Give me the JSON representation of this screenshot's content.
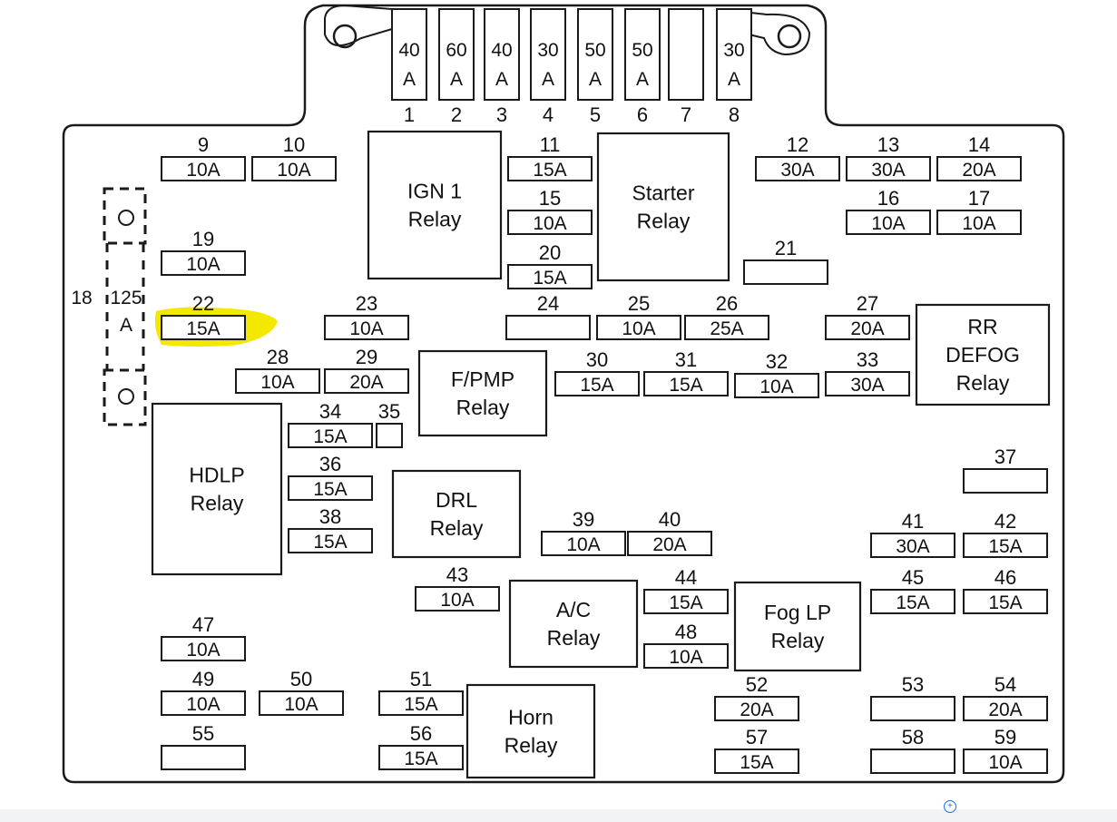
{
  "maxi_fuses": [
    {
      "num": "1",
      "amp": "40",
      "unit": "A"
    },
    {
      "num": "2",
      "amp": "60",
      "unit": "A"
    },
    {
      "num": "3",
      "amp": "40",
      "unit": "A"
    },
    {
      "num": "4",
      "amp": "30",
      "unit": "A"
    },
    {
      "num": "5",
      "amp": "50",
      "unit": "A"
    },
    {
      "num": "6",
      "amp": "50",
      "unit": "A"
    },
    {
      "num": "7",
      "amp": "",
      "unit": ""
    },
    {
      "num": "8",
      "amp": "30",
      "unit": "A"
    }
  ],
  "fuses": [
    {
      "num": "9",
      "rating": "10A"
    },
    {
      "num": "10",
      "rating": "10A"
    },
    {
      "num": "11",
      "rating": "15A"
    },
    {
      "num": "15",
      "rating": "10A"
    },
    {
      "num": "20",
      "rating": "15A"
    },
    {
      "num": "12",
      "rating": "30A"
    },
    {
      "num": "13",
      "rating": "30A"
    },
    {
      "num": "14",
      "rating": "20A"
    },
    {
      "num": "16",
      "rating": "10A"
    },
    {
      "num": "17",
      "rating": "10A"
    },
    {
      "num": "19",
      "rating": "10A"
    },
    {
      "num": "21",
      "rating": ""
    },
    {
      "num": "22",
      "rating": "15A"
    },
    {
      "num": "23",
      "rating": "10A"
    },
    {
      "num": "24",
      "rating": ""
    },
    {
      "num": "25",
      "rating": "10A"
    },
    {
      "num": "26",
      "rating": "25A"
    },
    {
      "num": "27",
      "rating": "20A"
    },
    {
      "num": "28",
      "rating": "10A"
    },
    {
      "num": "29",
      "rating": "20A"
    },
    {
      "num": "30",
      "rating": "15A"
    },
    {
      "num": "31",
      "rating": "15A"
    },
    {
      "num": "32",
      "rating": "10A"
    },
    {
      "num": "33",
      "rating": "30A"
    },
    {
      "num": "34",
      "rating": "15A"
    },
    {
      "num": "35",
      "rating": ""
    },
    {
      "num": "36",
      "rating": "15A"
    },
    {
      "num": "38",
      "rating": "15A"
    },
    {
      "num": "37",
      "rating": ""
    },
    {
      "num": "39",
      "rating": "10A"
    },
    {
      "num": "40",
      "rating": "20A"
    },
    {
      "num": "41",
      "rating": "30A"
    },
    {
      "num": "42",
      "rating": "15A"
    },
    {
      "num": "43",
      "rating": "10A"
    },
    {
      "num": "44",
      "rating": "15A"
    },
    {
      "num": "48",
      "rating": "10A"
    },
    {
      "num": "45",
      "rating": "15A"
    },
    {
      "num": "46",
      "rating": "15A"
    },
    {
      "num": "47",
      "rating": "10A"
    },
    {
      "num": "49",
      "rating": "10A"
    },
    {
      "num": "50",
      "rating": "10A"
    },
    {
      "num": "55",
      "rating": ""
    },
    {
      "num": "51",
      "rating": "15A"
    },
    {
      "num": "56",
      "rating": "15A"
    },
    {
      "num": "52",
      "rating": "20A"
    },
    {
      "num": "57",
      "rating": "15A"
    },
    {
      "num": "53",
      "rating": ""
    },
    {
      "num": "54",
      "rating": "20A"
    },
    {
      "num": "58",
      "rating": ""
    },
    {
      "num": "59",
      "rating": "10A"
    }
  ],
  "relays": [
    {
      "id": "ign1",
      "lines": [
        "IGN 1",
        "Relay"
      ]
    },
    {
      "id": "starter",
      "lines": [
        "Starter",
        "Relay"
      ]
    },
    {
      "id": "fpmp",
      "lines": [
        "F/PMP",
        "Relay"
      ]
    },
    {
      "id": "rr-defog",
      "lines": [
        "RR",
        "DEFOG",
        "Relay"
      ]
    },
    {
      "id": "hdlp",
      "lines": [
        "HDLP",
        "Relay"
      ]
    },
    {
      "id": "drl",
      "lines": [
        "DRL",
        "Relay"
      ]
    },
    {
      "id": "ac",
      "lines": [
        "A/C",
        "Relay"
      ]
    },
    {
      "id": "foglp",
      "lines": [
        "Fog LP",
        "Relay"
      ]
    },
    {
      "id": "horn",
      "lines": [
        "Horn",
        "Relay"
      ]
    }
  ],
  "circuit_breaker": {
    "num": "18",
    "rating": "125",
    "unit": "A"
  },
  "highlight": {
    "fuse": "22",
    "color": "#f5e800"
  },
  "footer": {
    "icon": "plus-circle-icon",
    "accent": "#1a73e8"
  }
}
